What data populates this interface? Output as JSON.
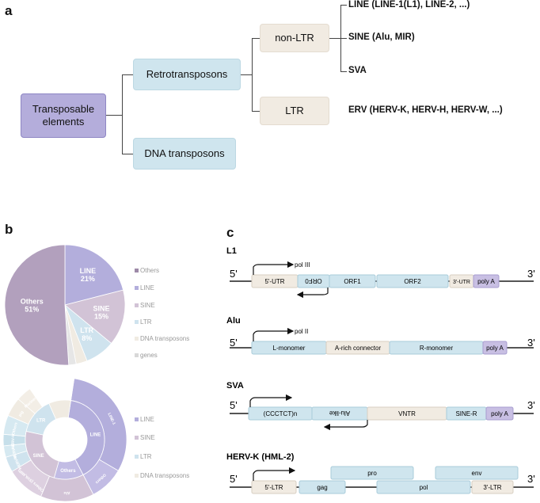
{
  "panels": {
    "a": "a",
    "b": "b",
    "c": "c"
  },
  "tree": {
    "root": "Transposable elements",
    "retro": "Retrotransposons",
    "dna": "DNA transposons",
    "nonltr": "non-LTR",
    "ltr": "LTR",
    "line": "LINE (LINE-1(L1), LINE-2, ...)",
    "sine": "SINE (Alu, MIR)",
    "sva": "SVA",
    "erv": "ERV (HERV-K, HERV-H, HERV-W, ...)"
  },
  "chart_data": [
    {
      "type": "pie",
      "categories": [
        "Others",
        "LINE",
        "SINE",
        "LTR",
        "DNA transposons",
        "genes"
      ],
      "values": [
        51,
        21,
        15,
        8,
        3,
        2
      ],
      "slice_labels": [
        "Others\n51%",
        "LINE\n21%",
        "SINE\n15%",
        "LTR\n8%",
        "",
        ""
      ],
      "legend": [
        "Others",
        "LINE",
        "SINE",
        "LTR",
        "DNA transposons",
        "genes"
      ],
      "colors": [
        "#b2a0bd",
        "#b3aedc",
        "#d2c3d6",
        "#cfe3ee",
        "#f0ebe2",
        "#e6e6e6"
      ]
    },
    {
      "type": "donut",
      "inner": {
        "categories": [
          "LINE",
          "Others",
          "SINE",
          "LTR",
          "DNA transposons"
        ],
        "values": [
          40,
          12,
          24,
          15,
          9
        ]
      },
      "outer": {
        "labels": [
          "LINE-1",
          "Others",
          "Alu",
          "Others (SVA,MIR)",
          "HERV-K",
          "HERV-W",
          "HERV-H",
          "Others",
          "pig",
          "Mariner",
          ""
        ],
        "values": [
          31,
          9,
          14,
          10,
          4,
          3,
          3,
          5,
          5,
          4,
          12
        ]
      },
      "legend": [
        "LINE",
        "SINE",
        "LTR",
        "DNA transposons"
      ]
    }
  ],
  "structures": {
    "five": "5'",
    "three": "3'",
    "l1": {
      "name": "L1",
      "pol": "pol III",
      "segments": [
        "5'-UTR",
        "ORF0",
        "ORF1",
        "ORF2",
        "3'-UTR",
        "poly A"
      ]
    },
    "alu": {
      "name": "Alu",
      "pol": "pol II",
      "segments": [
        "L-monomer",
        "A-rich connector",
        "R-monomer",
        "poly A"
      ]
    },
    "sva": {
      "name": "SVA",
      "segments": [
        "(CCCTCT)n",
        "Alu-like",
        "VNTR",
        "SINE-R",
        "poly A"
      ]
    },
    "herv": {
      "name": "HERV-K (HML-2)",
      "segments": [
        "5'-LTR",
        "gag",
        "pro",
        "pol",
        "env",
        "3'-LTR"
      ]
    }
  }
}
